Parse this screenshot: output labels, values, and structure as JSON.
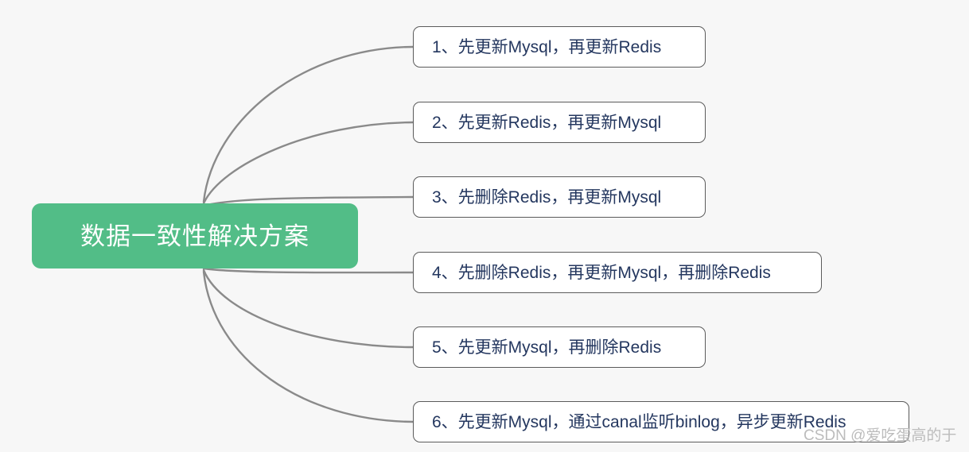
{
  "diagram": {
    "type": "mindmap",
    "background_color": "#f7f7f7",
    "root": {
      "label": "数据一致性解决方案",
      "fill_color": "#52bd87",
      "text_color": "#ffffff"
    },
    "connector_color": "#8a8a8a",
    "branch_text_color": "#24375f",
    "branch_border_color": "#5b5b5b",
    "branches": [
      {
        "label": "1、先更新Mysql，再更新Redis"
      },
      {
        "label": "2、先更新Redis，再更新Mysql"
      },
      {
        "label": "3、先删除Redis，再更新Mysql"
      },
      {
        "label": "4、先删除Redis，再更新Mysql，再删除Redis"
      },
      {
        "label": "5、先更新Mysql，再删除Redis"
      },
      {
        "label": "6、先更新Mysql，通过canal监听binlog，异步更新Redis"
      }
    ]
  },
  "watermark": {
    "text": "CSDN @爱吃蛋高的于"
  }
}
